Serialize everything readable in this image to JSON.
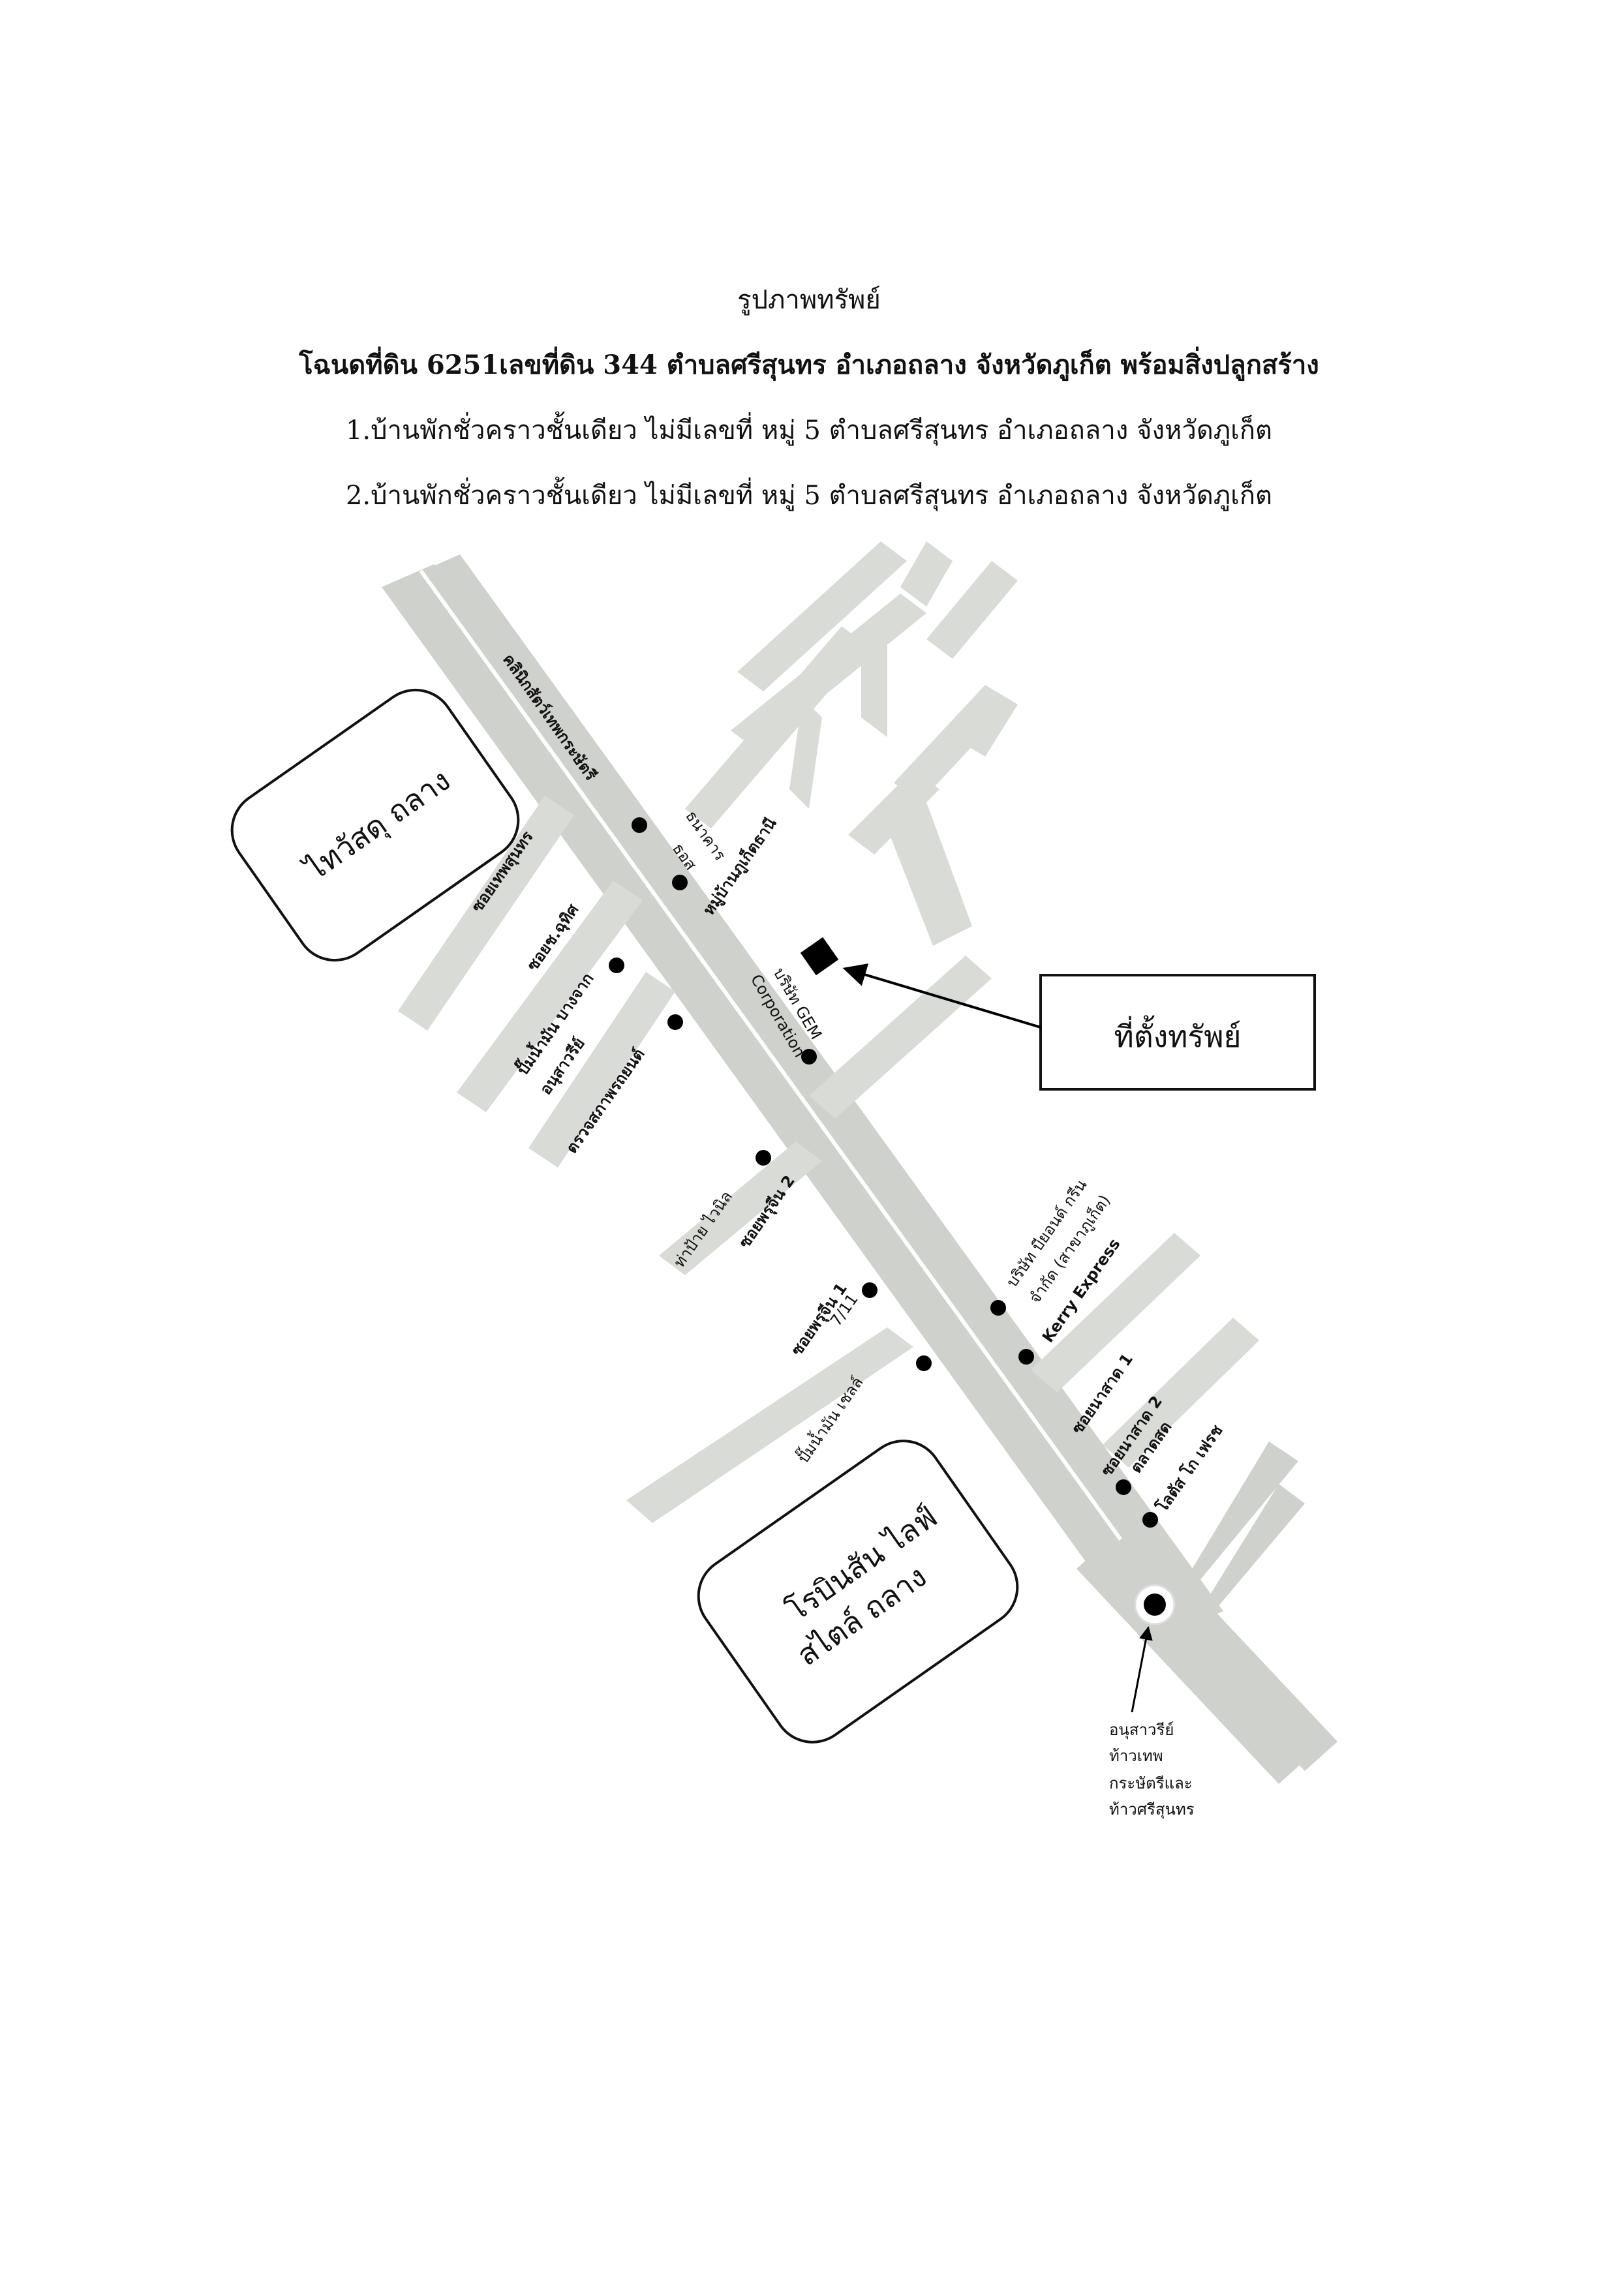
{
  "header": {
    "title": "รูปภาพทรัพย์",
    "line1": "โฉนดที่ดิน 6251เลขที่ดิน 344 ตำบลศรีสุนทร อำเภอถลาง จังหวัดภูเก็ต พร้อมสิ่งปลูกสร้าง",
    "line2": "1.บ้านพักชั่วคราวชั้นเดียว ไม่มีเลขที่ หมู่ 5 ตำบลศรีสุนทร อำเภอถลาง จังหวัดภูเก็ต",
    "line3": "2.บ้านพักชั่วคราวชั้นเดียว ไม่มีเลขที่ หมู่ 5 ตำบลศรีสุนทร อำเภอถลาง จังหวัดภูเก็ต"
  },
  "map": {
    "landmarks": {
      "thaiwatsadu": "ไทวัสดุ ถลาง",
      "robinson_1": "โรบินสัน ไลฟ์",
      "robinson_2": "สไตล์ ถลาง",
      "property_location": "ที่ตั้งทรัพย์",
      "monument_1": "อนุสาวรีย์",
      "monument_2": "ท้าวเทพ",
      "monument_3": "กระษัตรีและ",
      "monument_4": "ท้าวศรีสุนทร"
    },
    "places": {
      "vet_clinic": "คลินิกสัตว์เทพกระษัตรี",
      "bank": "ธนาคาร",
      "baac": "ธอส",
      "village": "หมู่บ้านภูเก็ตธานี",
      "gem_1": "บริษัท GEM",
      "gem_2": "Corporation",
      "soi_thep": "ซอยเทพสุนทร",
      "soi_chuthit": "ซอยช.ฉุทิศ",
      "gas_bangjak": "ปั๊มน้ำมัน บางจาก",
      "monument_road": "อนุสาวรีย์",
      "police": "ตรวจสภาพรถยนต์",
      "bus_stop": "ท่าป้าย ไวนิล",
      "soi_phru_jin_2": "ซอยพรุจีน 2",
      "soi_phru_jin_1": "ซอยพรุจีน 1",
      "seven_eleven": "7/11",
      "gas_shell": "ปั๊มน้ำมัน เชลล์",
      "beyond_green_1": "บริษัท บียอนด์ กรีน",
      "beyond_green_2": "จำกัด (สาขาภูเก็ต)",
      "kerry": "Kerry Express",
      "soi_na_sat_1": "ซอยนาสาด 1",
      "soi_na_sat_2": "ซอยนาสาด 2",
      "market": "ตลาดสด",
      "lotus": "โลตัส โก เฟรช"
    }
  },
  "colors": {
    "road": "#cfd1cc",
    "text": "#111111",
    "marker": "#000000"
  }
}
